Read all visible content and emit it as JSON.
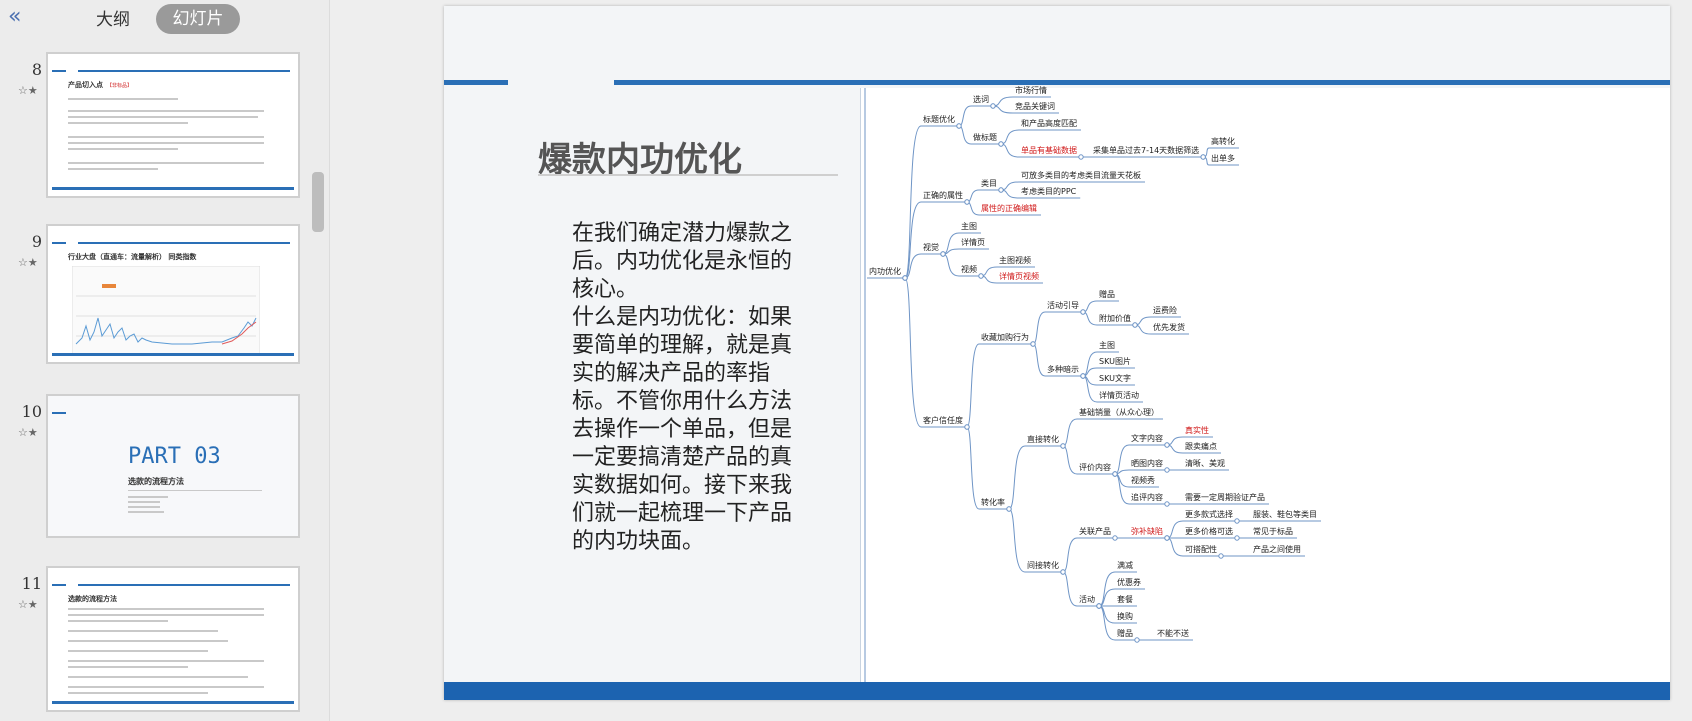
{
  "left_panel": {
    "collapse_icon": "«",
    "tabs": [
      {
        "label": "大纲"
      },
      {
        "label": "幻灯片"
      }
    ],
    "thumbnails": [
      {
        "number": "8",
        "star": "☆★",
        "title": "产品切入点",
        "tag": "【非标品】"
      },
      {
        "number": "9",
        "star": "☆★",
        "title": "行业大盘（直通车：流量解析）     同类指数"
      },
      {
        "number": "10",
        "star": "☆★",
        "title": "PART 03",
        "subtitle": "选款的流程方法"
      },
      {
        "number": "11",
        "star": "☆★",
        "title": "选款的流程方法"
      }
    ]
  },
  "slide": {
    "title": "爆款内功优化",
    "body": "在我们确定潜力爆款之后。内功优化是永恒的核心。\n什么是内功优化：如果要简单的理解，就是真实的解决产品的率指标。不管你用什么方法去操作一个单品，但是一定要搞清楚产品的真实数据如何。接下来我们就一起梳理一下产品的内功块面。",
    "mindmap": {
      "root": "内功优化",
      "nodes": {
        "n1": "标题优化",
        "n1a": "选词",
        "n1a1": "市场行情",
        "n1a2": "竞品关键词",
        "n1b": "做标题",
        "n1b1": "和产品高度匹配",
        "n1b2": "单品有基础数据",
        "n1b2a": "采集单品过去7-14天数据筛选",
        "n1b2a1": "高转化",
        "n1b2a2": "出单多",
        "n2": "正确的属性",
        "n2a": "类目",
        "n2a1": "可放多类目的考虑类目流量天花板",
        "n2a2": "考虑类目的PPC",
        "n2b": "属性的正确编辑",
        "n3": "视觉",
        "n3a": "主图",
        "n3b": "详情页",
        "n3c": "视频",
        "n3c1": "主图视频",
        "n3c2": "详情页视频",
        "n4": "收藏加购行为",
        "n4a": "活动引导",
        "n4a1": "赠品",
        "n4a2": "附加价值",
        "n4a2a": "运费险",
        "n4a2b": "优先发货",
        "n4b": "多种暗示",
        "n4b1": "主图",
        "n4b2": "SKU图片",
        "n4b3": "SKU文字",
        "n4b4": "详情页活动",
        "n5": "客户信任度",
        "n6": "直接转化",
        "n6a": "基础销量（从众心理）",
        "n6b": "评价内容",
        "n6b1": "文字内容",
        "n6b1a": "真实性",
        "n6b1b": "跟卖痛点",
        "n6b2": "晒图内容",
        "n6b2a": "清晰、美观",
        "n6b3": "视频秀",
        "n6b4": "追评内容",
        "n6b4a": "需要一定周期验证产品",
        "n7": "转化率",
        "n8": "间接转化",
        "n8a": "关联产品",
        "n8a1": "弥补缺陷",
        "n8a1a": "更多款式选择",
        "n8a1a1": "服装、鞋包等类目",
        "n8a1b": "更多价格可选",
        "n8a1b1": "常见于标品",
        "n8a1c": "可搭配性",
        "n8a1c1": "产品之间使用",
        "n8b": "活动",
        "n8b1": "满减",
        "n8b2": "优惠券",
        "n8b3": "套餐",
        "n8b4": "换购",
        "n8b5": "赠品",
        "n8b5a": "不能不送"
      }
    }
  }
}
